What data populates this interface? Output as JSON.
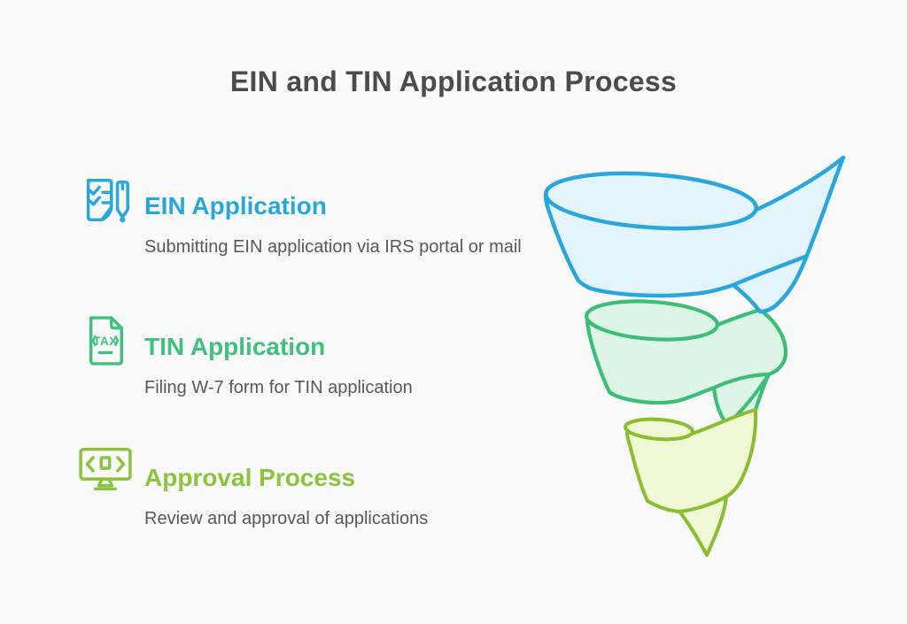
{
  "title": "EIN and TIN Application Process",
  "items": [
    {
      "heading": "EIN Application",
      "description": "Submitting EIN application via IRS portal or mail",
      "accent": "#29A7DB",
      "icon": "checklist-pen-icon"
    },
    {
      "heading": "TIN Application",
      "description": "Filing W-7 form for TIN application",
      "accent": "#3EC27D",
      "icon": "tax-document-icon",
      "icon_label": "TAX"
    },
    {
      "heading": "Approval Process",
      "description": "Review and approval of applications",
      "accent": "#8BC43E",
      "icon": "monitor-code-icon"
    }
  ],
  "funnel": {
    "stages": [
      "EIN Application",
      "TIN Application",
      "Approval Process"
    ]
  },
  "colors": {
    "bg": "#FAFAFA",
    "title_text": "#4B4B4D",
    "body_text": "#57585A",
    "funnel_blue_stroke": "#2BA6DC",
    "funnel_blue_fill": "#E4F4FC",
    "funnel_green_stroke": "#3CBE78",
    "funnel_green_fill": "#DCF5E6",
    "funnel_lime_stroke": "#8ABD2F",
    "funnel_lime_fill": "#F0F8D5"
  }
}
